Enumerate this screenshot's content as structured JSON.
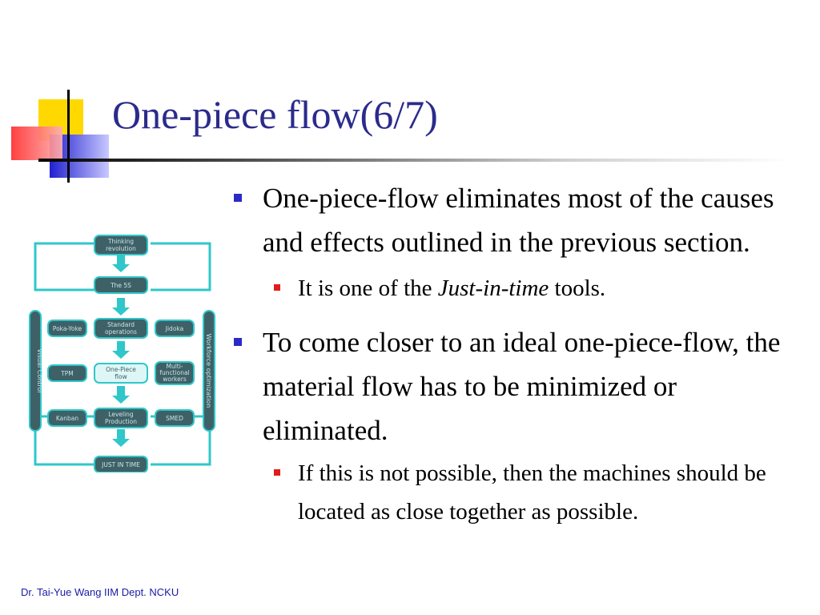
{
  "slide": {
    "title": "One-piece flow(6/7)",
    "footer": "Dr. Tai-Yue Wang IIM Dept. NCKU"
  },
  "bullets": {
    "b1": "One-piece-flow eliminates most of the causes and effects outlined in the previous section.",
    "b1_sub_pre": "It is one of the ",
    "b1_sub_em": "Just-in-time",
    "b1_sub_post": " tools.",
    "b2": "To come closer to an ideal one-piece-flow, the material flow has to be minimized or eliminated.",
    "b2_sub": "If this is not possible, then the machines should be located as close together as possible."
  },
  "flowchart": {
    "thinking_1": "Thinking",
    "thinking_2": "revolution",
    "five_s": "The 5S",
    "standard_1": "Standard",
    "standard_2": "operations",
    "onepiece_1": "One-Piece",
    "onepiece_2": "flow",
    "leveling_1": "Leveling",
    "leveling_2": "Production",
    "jit": "JUST IN TIME",
    "poka_yoke": "Poka-Yoke",
    "tpm": "TPM",
    "kanban": "Kanban",
    "jidoka": "Jidoka",
    "multi_1": "Multi-",
    "multi_2": "functional",
    "multi_3": "workers",
    "smed": "SMED",
    "visual_control": "Visual Control",
    "workforce": "Workforce optimization"
  },
  "colors": {
    "title": "#2b2b8c",
    "bullet_l1_marker": "#2b2bc4",
    "bullet_l2_marker": "#e01c1c",
    "footer": "#1a1aa6",
    "flow_accent": "#2fc7c9",
    "flow_box": "#3d6167"
  }
}
